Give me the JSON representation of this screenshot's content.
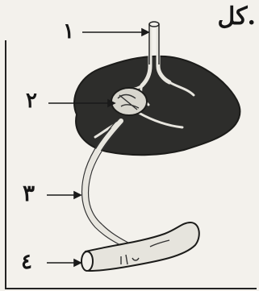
{
  "diagram": {
    "corner_text": "كل.",
    "labels": [
      "١",
      "٢",
      "٣",
      "٤"
    ]
  }
}
